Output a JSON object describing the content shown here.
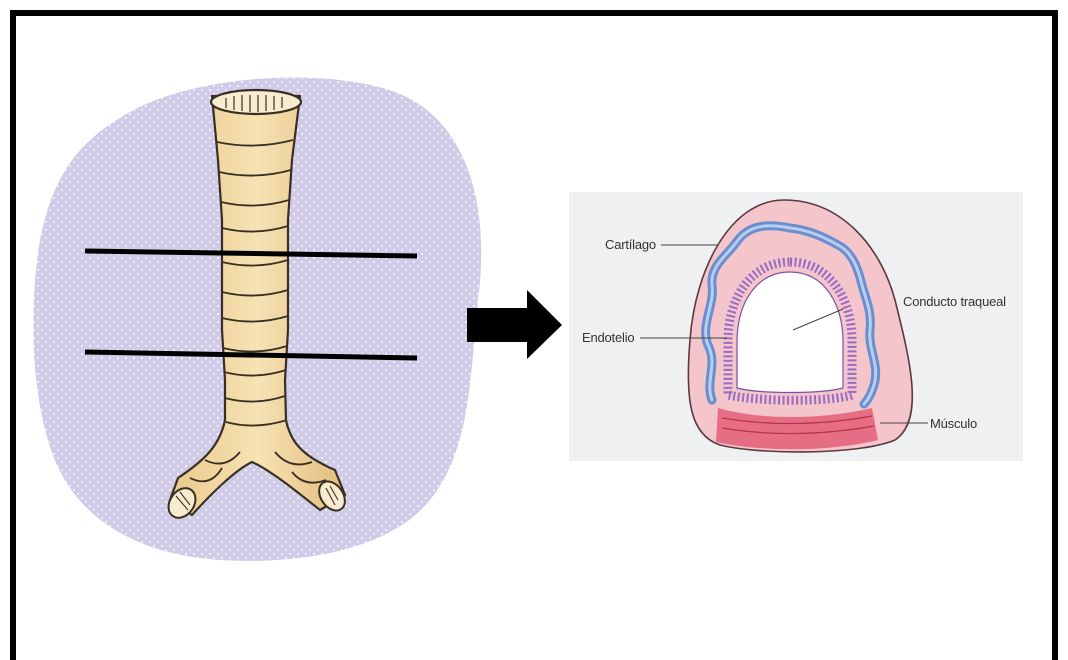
{
  "diagram": {
    "labels": {
      "cartilage": "Cartílago",
      "lumen": "Conducto traqueal",
      "endothelium": "Endotelio",
      "muscle": "Músculo"
    }
  },
  "colors": {
    "background_blob": "#cfcbe8",
    "trachea_fill": "#f2d9a0",
    "trachea_stroke": "#3a2f25",
    "cross_section_fill": "#f4c6cc",
    "cartilage": "#7fa2d8",
    "endothelium": "#9a6bc4",
    "muscle": "#e0506e",
    "arrow": "#000000"
  }
}
